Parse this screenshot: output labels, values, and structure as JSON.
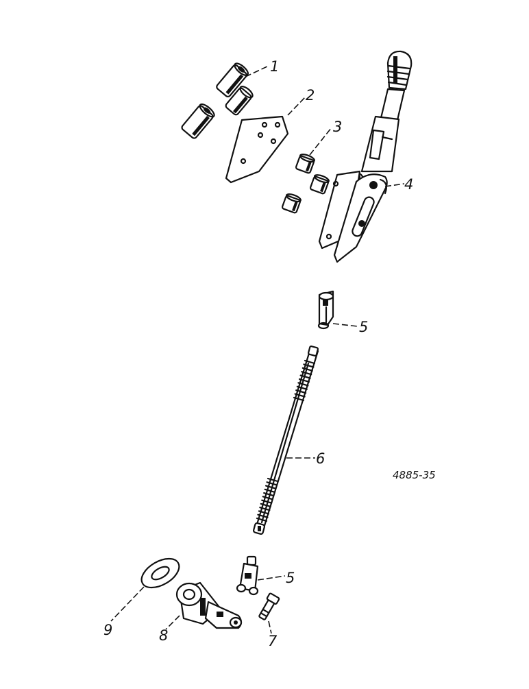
{
  "diagram": {
    "drawing_code": "4885-35",
    "callouts": [
      {
        "number": "1",
        "part": "bushing"
      },
      {
        "number": "2",
        "part": "mounting-plate"
      },
      {
        "number": "3",
        "part": "spacer"
      },
      {
        "number": "4",
        "part": "control-lever"
      },
      {
        "number": "5",
        "part": "clevis-upper"
      },
      {
        "number": "6",
        "part": "threaded-rod"
      },
      {
        "number": "5",
        "part": "clevis-lower"
      },
      {
        "number": "7",
        "part": "bolt"
      },
      {
        "number": "8",
        "part": "lever-arm"
      },
      {
        "number": "9",
        "part": "washer"
      }
    ]
  }
}
